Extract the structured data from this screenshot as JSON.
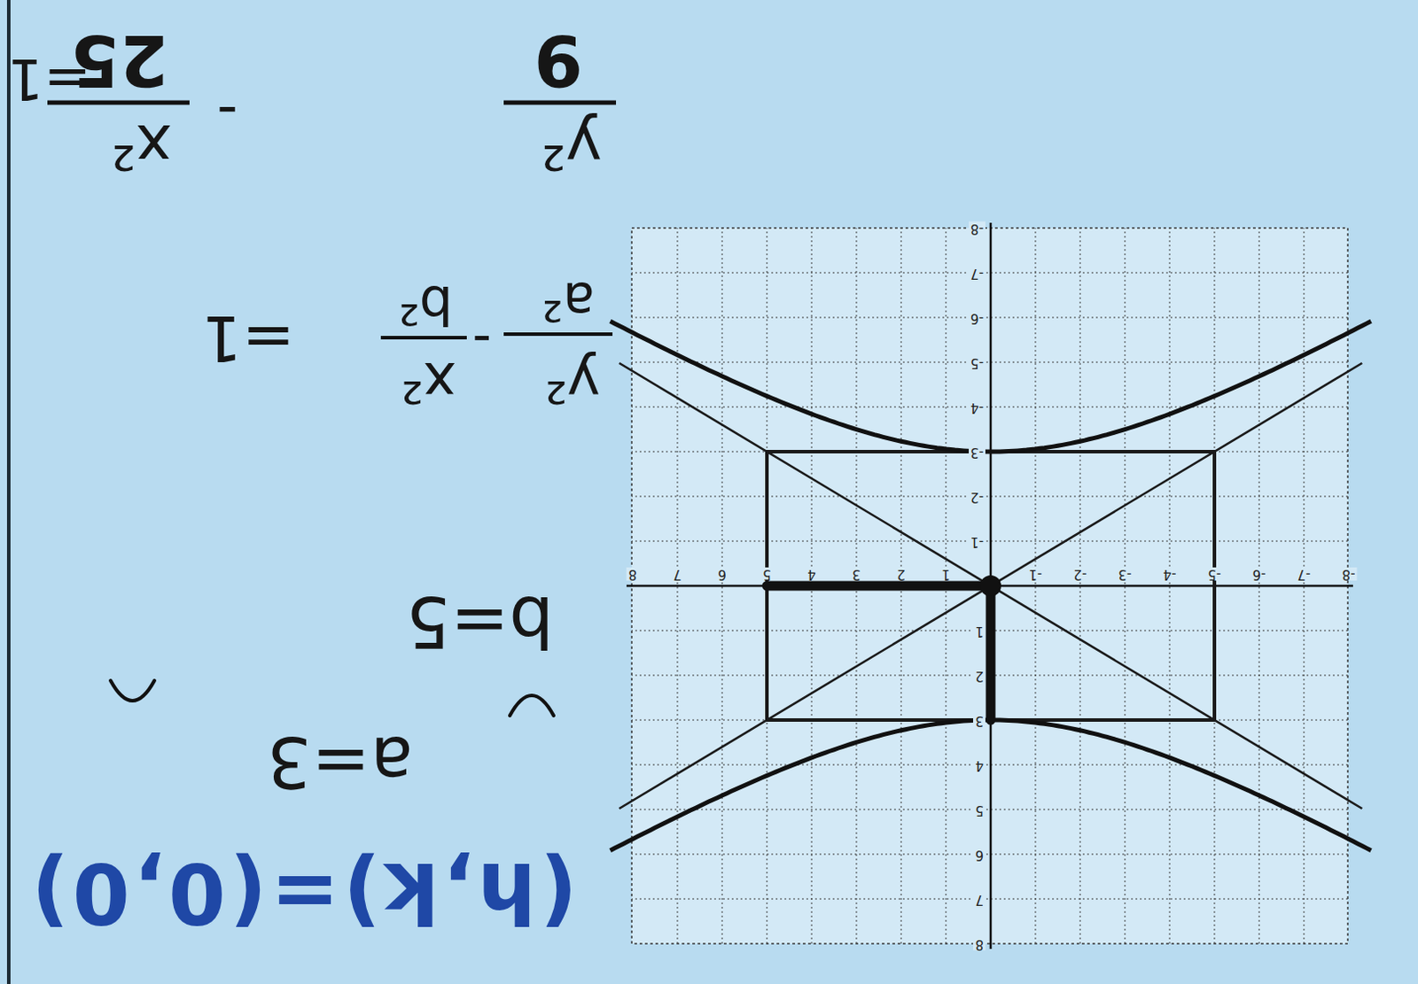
{
  "diagram": {
    "labels": [
      "(h,k)=(0,0)",
      "a=3",
      "b=5",
      "y²",
      "a²",
      "-",
      "x²",
      "b²",
      "=1",
      "y²",
      "9",
      "-",
      "x²",
      "25",
      "=1",
      "-8",
      "-7",
      "-6",
      "-5",
      "-4",
      "-3",
      "-2",
      "-1",
      "1",
      "2",
      "3",
      "4",
      "5",
      "6",
      "7",
      "8",
      "-8",
      "-7",
      "-6",
      "-5",
      "-4",
      "-3",
      "-2",
      "-1",
      "1",
      "2",
      "3",
      "4",
      "5",
      "6",
      "7",
      "8"
    ]
  }
}
